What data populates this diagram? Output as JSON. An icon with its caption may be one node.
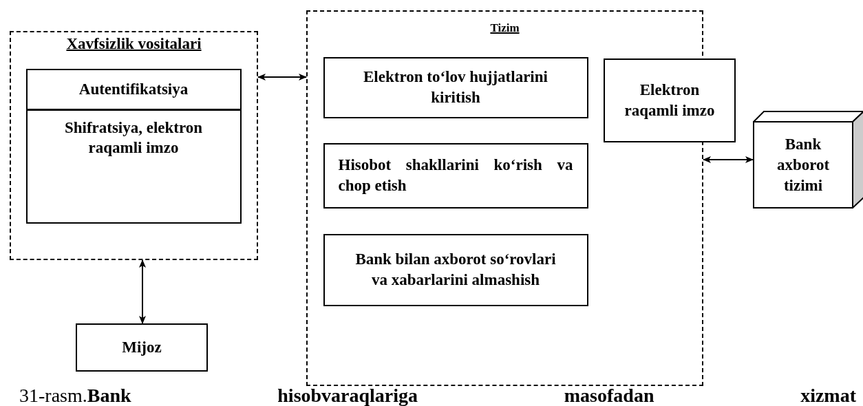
{
  "diagram": {
    "caption": "31-rasm.**Bank hisobvaraqlariga masofadan xizmat**",
    "nodes": [
      {
        "text": [
          "Xavfsizlik vositalari"
        ]
      },
      {
        "text": [
          "Autentifikatsiya",
          "Shifratsiya, elektron raqamli imzo"
        ],
        "in": 0
      },
      {
        "text": [
          "Tizim"
        ]
      },
      {
        "text": [
          "Elektron to‘lov hujjatlarini kiritish"
        ],
        "in": 2
      },
      {
        "text": [
          "Hisobot shakllarini ko‘rish va chop etish"
        ],
        "in": 2
      },
      {
        "text": [
          "Bank bilan axborot so‘rovlari va xabarlarini almashish"
        ],
        "in": 2
      },
      {
        "text": [
          "Elektron raqamli imzo"
        ]
      },
      {
        "text": [
          "Bank axborot tizimi"
        ]
      },
      {
        "text": [
          "Mijoz"
        ]
      }
    ],
    "edges": [
      {
        "from": 0,
        "to": 2,
        "arrow": "both"
      },
      {
        "from": 2,
        "to": 7,
        "arrow": "both"
      },
      {
        "from": 0,
        "to": 8,
        "arrow": "both"
      }
    ]
  }
}
